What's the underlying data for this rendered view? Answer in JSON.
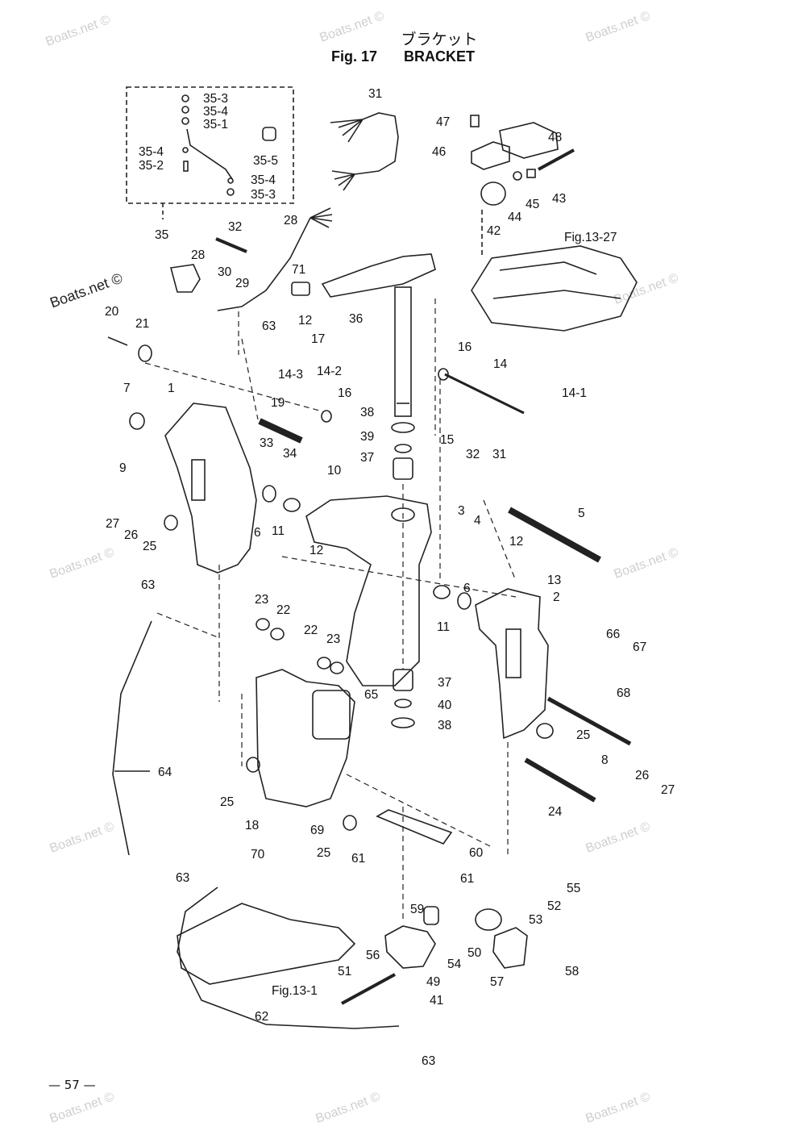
{
  "header": {
    "title_jp": "ブラケット",
    "fig_label": "Fig. 17",
    "title_en": "BRACKET"
  },
  "page_number": "— 57 —",
  "watermark": "Boats.net ©",
  "callouts": [
    {
      "id": "c1",
      "text": "35-3"
    },
    {
      "id": "c2",
      "text": "35-4"
    },
    {
      "id": "c3",
      "text": "35-1"
    },
    {
      "id": "c4",
      "text": "35-4"
    },
    {
      "id": "c5",
      "text": "35-2"
    },
    {
      "id": "c6",
      "text": "35-5"
    },
    {
      "id": "c7",
      "text": "35-4"
    },
    {
      "id": "c8",
      "text": "35-3"
    },
    {
      "id": "c9",
      "text": "35"
    },
    {
      "id": "c10",
      "text": "31"
    },
    {
      "id": "c11",
      "text": "47"
    },
    {
      "id": "c12",
      "text": "48"
    },
    {
      "id": "c13",
      "text": "46"
    },
    {
      "id": "c14",
      "text": "43"
    },
    {
      "id": "c15",
      "text": "45"
    },
    {
      "id": "c16",
      "text": "44"
    },
    {
      "id": "c17",
      "text": "42"
    },
    {
      "id": "c18",
      "text": "Fig.13-27"
    },
    {
      "id": "c19",
      "text": "32"
    },
    {
      "id": "c20",
      "text": "28"
    },
    {
      "id": "c21",
      "text": "28"
    },
    {
      "id": "c22",
      "text": "30"
    },
    {
      "id": "c23",
      "text": "29"
    },
    {
      "id": "c24",
      "text": "71"
    },
    {
      "id": "c25",
      "text": "20"
    },
    {
      "id": "c26",
      "text": "21"
    },
    {
      "id": "c27",
      "text": "63"
    },
    {
      "id": "c28",
      "text": "12"
    },
    {
      "id": "c29",
      "text": "17"
    },
    {
      "id": "c30",
      "text": "36"
    },
    {
      "id": "c31",
      "text": "16"
    },
    {
      "id": "c32",
      "text": "14"
    },
    {
      "id": "c33",
      "text": "14-1"
    },
    {
      "id": "c34",
      "text": "14-3"
    },
    {
      "id": "c35",
      "text": "14-2"
    },
    {
      "id": "c36",
      "text": "16"
    },
    {
      "id": "c37",
      "text": "19"
    },
    {
      "id": "c38",
      "text": "38"
    },
    {
      "id": "c39",
      "text": "7"
    },
    {
      "id": "c40",
      "text": "1"
    },
    {
      "id": "c41",
      "text": "39"
    },
    {
      "id": "c42",
      "text": "15"
    },
    {
      "id": "c43",
      "text": "33"
    },
    {
      "id": "c44",
      "text": "34"
    },
    {
      "id": "c45",
      "text": "37"
    },
    {
      "id": "c46",
      "text": "32"
    },
    {
      "id": "c47",
      "text": "31"
    },
    {
      "id": "c48",
      "text": "9"
    },
    {
      "id": "c49",
      "text": "10"
    },
    {
      "id": "c50",
      "text": "5"
    },
    {
      "id": "c51",
      "text": "3"
    },
    {
      "id": "c52",
      "text": "4"
    },
    {
      "id": "c53",
      "text": "27"
    },
    {
      "id": "c54",
      "text": "26"
    },
    {
      "id": "c55",
      "text": "25"
    },
    {
      "id": "c56",
      "text": "6"
    },
    {
      "id": "c57",
      "text": "11"
    },
    {
      "id": "c58",
      "text": "12"
    },
    {
      "id": "c59",
      "text": "12"
    },
    {
      "id": "c60",
      "text": "13"
    },
    {
      "id": "c61",
      "text": "6"
    },
    {
      "id": "c62",
      "text": "2"
    },
    {
      "id": "c63",
      "text": "63"
    },
    {
      "id": "c64",
      "text": "11"
    },
    {
      "id": "c65",
      "text": "23"
    },
    {
      "id": "c66",
      "text": "22"
    },
    {
      "id": "c67",
      "text": "22"
    },
    {
      "id": "c68",
      "text": "23"
    },
    {
      "id": "c69",
      "text": "66"
    },
    {
      "id": "c70",
      "text": "67"
    },
    {
      "id": "c71",
      "text": "37"
    },
    {
      "id": "c72",
      "text": "65"
    },
    {
      "id": "c73",
      "text": "68"
    },
    {
      "id": "c74",
      "text": "40"
    },
    {
      "id": "c75",
      "text": "38"
    },
    {
      "id": "c76",
      "text": "25"
    },
    {
      "id": "c77",
      "text": "8"
    },
    {
      "id": "c78",
      "text": "64"
    },
    {
      "id": "c79",
      "text": "26"
    },
    {
      "id": "c80",
      "text": "27"
    },
    {
      "id": "c81",
      "text": "25"
    },
    {
      "id": "c82",
      "text": "24"
    },
    {
      "id": "c83",
      "text": "18"
    },
    {
      "id": "c84",
      "text": "69"
    },
    {
      "id": "c85",
      "text": "25"
    },
    {
      "id": "c86",
      "text": "60"
    },
    {
      "id": "c87",
      "text": "70"
    },
    {
      "id": "c88",
      "text": "61"
    },
    {
      "id": "c89",
      "text": "61"
    },
    {
      "id": "c90",
      "text": "63"
    },
    {
      "id": "c91",
      "text": "55"
    },
    {
      "id": "c92",
      "text": "52"
    },
    {
      "id": "c93",
      "text": "59"
    },
    {
      "id": "c94",
      "text": "53"
    },
    {
      "id": "c95",
      "text": "56"
    },
    {
      "id": "c96",
      "text": "54"
    },
    {
      "id": "c97",
      "text": "50"
    },
    {
      "id": "c98",
      "text": "58"
    },
    {
      "id": "c99",
      "text": "49"
    },
    {
      "id": "c100",
      "text": "57"
    },
    {
      "id": "c101",
      "text": "51"
    },
    {
      "id": "c102",
      "text": "Fig.13-1"
    },
    {
      "id": "c103",
      "text": "41"
    },
    {
      "id": "c104",
      "text": "62"
    },
    {
      "id": "c105",
      "text": "63"
    }
  ]
}
